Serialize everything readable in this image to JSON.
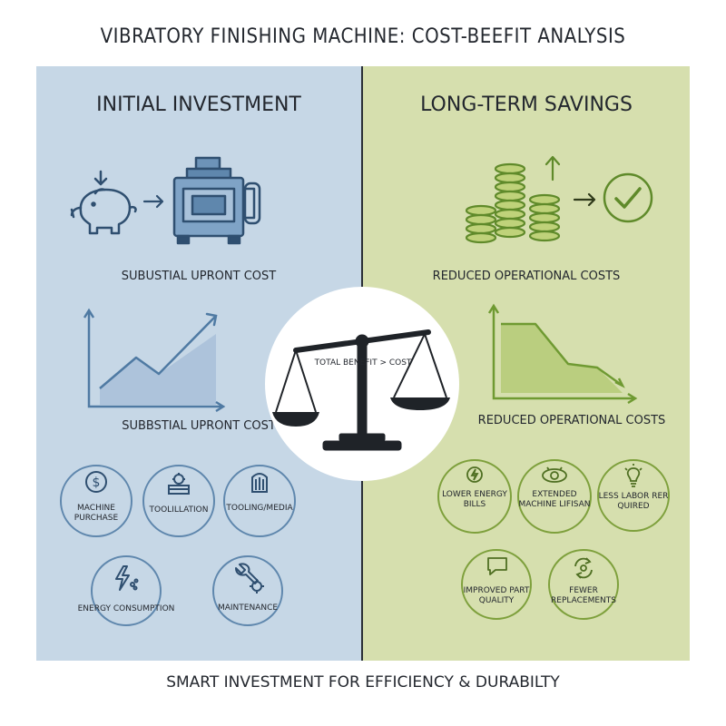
{
  "title": "VIBRATORY FINISHING MACHINE: COST-BEEFIT ANALYSIS",
  "footer": "SMART INVESTMENT FOR EFFICIENCY & DURABILTY",
  "center": {
    "label": "TOTAL BENEFIT > COST"
  },
  "left": {
    "heading": "INITIAL INVESTMENT",
    "caption_top": "SUBUSTIAL UPRONT COST",
    "caption_chart": "SUBBSTIAL UPRONT COST",
    "items": [
      {
        "label": "MACHINE PURCHASE",
        "icon": "dollar-icon"
      },
      {
        "label": "TOOLILLATION",
        "icon": "installation-icon"
      },
      {
        "label": "TOOLING/MEDIA",
        "icon": "media-icon"
      },
      {
        "label": "ENERGY CONSUMPTION",
        "icon": "lightning-icon"
      },
      {
        "label": "MAINTENANCE",
        "icon": "wrench-gear-icon"
      }
    ]
  },
  "right": {
    "heading": "LONG-TERM SAVINGS",
    "caption_top": "REDUCED OPERATIONAL COSTS",
    "caption_chart": "REDUCED OPERATIONAL COSTS",
    "items": [
      {
        "label": "LOWER ENERGY BILLS",
        "icon": "energy-icon"
      },
      {
        "label": "EXTENDED MACHINE LIFISAN",
        "icon": "machine-life-icon"
      },
      {
        "label": "LESS LABOR RER QUIRED",
        "icon": "lightbulb-icon"
      },
      {
        "label": "IMPROVED PART QUALITY",
        "icon": "speech-bubble-icon"
      },
      {
        "label": "FEWER REPLACEMENTS",
        "icon": "refresh-gear-icon"
      }
    ]
  },
  "colors": {
    "left_panel": "#c6d7e6",
    "right_panel": "#d6dfae",
    "blue_accent": "#5f87ad",
    "green_accent": "#7ea03c",
    "dark": "#23272e"
  }
}
